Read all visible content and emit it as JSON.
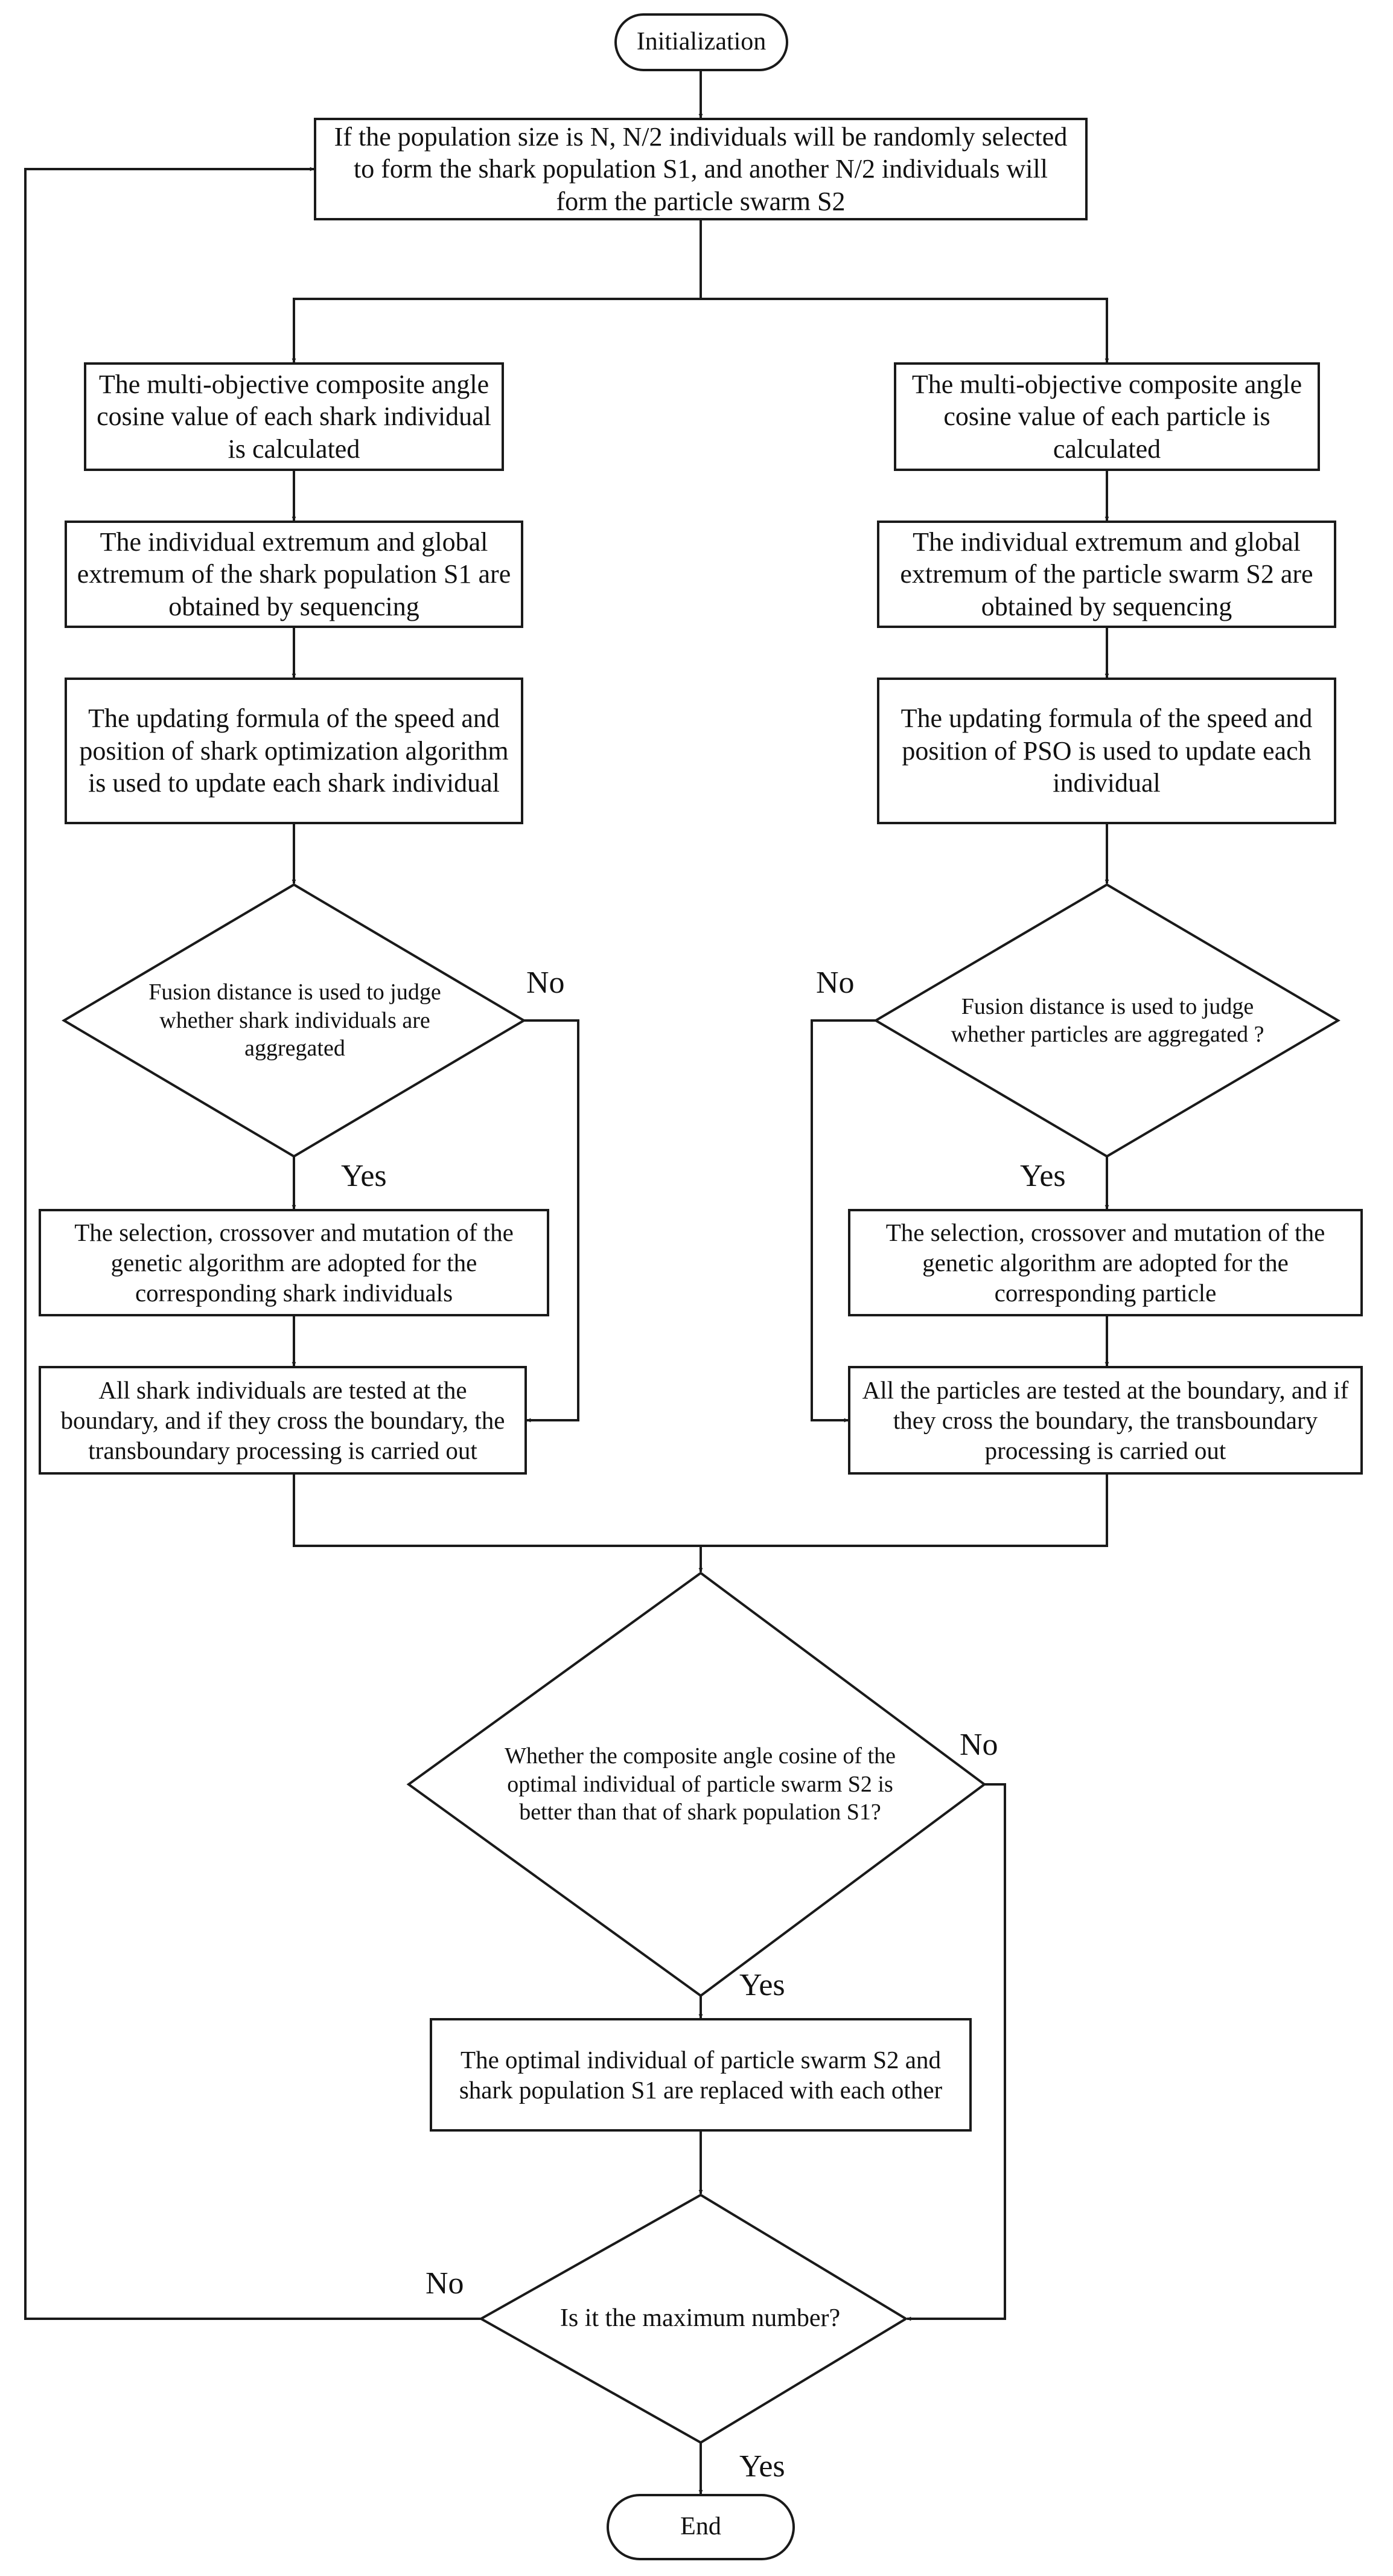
{
  "diagram": {
    "start": "Initialization",
    "split": "If the population size is N, N/2 individuals will be randomly selected to form the shark population S1, and another N/2 individuals will form the particle swarm S2",
    "left": {
      "cosine": "The multi-objective composite angle cosine value of each shark individual is calculated",
      "extremum": "The individual extremum and global extremum of the shark population S1 are obtained by sequencing",
      "update": "The updating formula of the speed and position of shark optimization algorithm is used to update each shark individual",
      "decision": "Fusion distance is used to judge whether shark individuals are aggregated",
      "genetic": "The selection, crossover and mutation of the genetic algorithm are adopted for the corresponding shark individuals",
      "boundary": "All shark individuals are tested at the boundary, and if they cross the boundary, the transboundary processing is carried out"
    },
    "right": {
      "cosine": "The multi-objective composite angle cosine value of each particle is calculated",
      "extremum": "The individual extremum and global extremum of the particle swarm S2 are obtained by sequencing",
      "update": "The updating formula of the speed and position of PSO is used to update each individual",
      "decision": "Fusion distance is used to judge whether particles are aggregated ?",
      "genetic": "The selection, crossover and mutation of the genetic algorithm are adopted for the corresponding particle",
      "boundary": "All the particles are tested at the boundary, and if they cross the boundary, the transboundary processing is carried out"
    },
    "compare": "Whether the composite angle cosine of the optimal individual of particle swarm S2 is better than that of shark population S1?",
    "replace": "The optimal individual of particle swarm S2 and shark population S1 are replaced with each other",
    "max_check": "Is it the maximum number?",
    "end": "End",
    "labels": {
      "yes": "Yes",
      "no": "No"
    }
  }
}
